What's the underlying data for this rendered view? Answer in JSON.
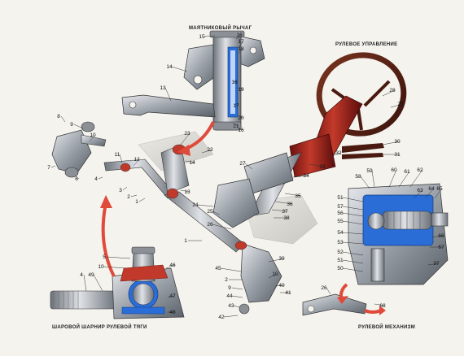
{
  "captions": {
    "pendulum_lever": "МАЯТНИКОВЫЙ РЫЧАГ",
    "steering_control": "РУЛЕВОЕ УПРАВЛЕНИЕ",
    "ball_joint": "ШАРОВОЙ ШАРНИР РУЛЕВОЙ ТЯГИ",
    "steering_mechanism": "РУЛЕВОЙ МЕХАНИЗМ"
  },
  "callouts": [
    {
      "label": "15"
    },
    {
      "label": "16"
    },
    {
      "label": "17"
    },
    {
      "label": "18"
    },
    {
      "label": "14"
    },
    {
      "label": "19"
    },
    {
      "label": "13"
    },
    {
      "label": "18"
    },
    {
      "label": "17"
    },
    {
      "label": "20"
    },
    {
      "label": "21"
    },
    {
      "label": "16"
    },
    {
      "label": "28"
    },
    {
      "label": "29"
    },
    {
      "label": "30"
    },
    {
      "label": "31"
    },
    {
      "label": "32"
    },
    {
      "label": "33"
    },
    {
      "label": "34"
    },
    {
      "label": "35"
    },
    {
      "label": "36"
    },
    {
      "label": "37"
    },
    {
      "label": "38"
    },
    {
      "label": "27"
    },
    {
      "label": "8"
    },
    {
      "label": "9"
    },
    {
      "label": "10"
    },
    {
      "label": "7"
    },
    {
      "label": "6"
    },
    {
      "label": "4"
    },
    {
      "label": "11"
    },
    {
      "label": "12"
    },
    {
      "label": "3"
    },
    {
      "label": "2"
    },
    {
      "label": "1"
    },
    {
      "label": "13"
    },
    {
      "label": "14"
    },
    {
      "label": "23"
    },
    {
      "label": "22"
    },
    {
      "label": "24"
    },
    {
      "label": "25"
    },
    {
      "label": "26"
    },
    {
      "label": "1"
    },
    {
      "label": "5"
    },
    {
      "label": "46"
    },
    {
      "label": "10"
    },
    {
      "label": "4"
    },
    {
      "label": "49"
    },
    {
      "label": "47"
    },
    {
      "label": "48"
    },
    {
      "label": "39"
    },
    {
      "label": "45"
    },
    {
      "label": "2"
    },
    {
      "label": "9"
    },
    {
      "label": "44"
    },
    {
      "label": "10"
    },
    {
      "label": "40"
    },
    {
      "label": "41"
    },
    {
      "label": "43"
    },
    {
      "label": "42"
    },
    {
      "label": "58"
    },
    {
      "label": "59"
    },
    {
      "label": "60"
    },
    {
      "label": "61"
    },
    {
      "label": "62"
    },
    {
      "label": "63"
    },
    {
      "label": "64"
    },
    {
      "label": "65"
    },
    {
      "label": "51"
    },
    {
      "label": "57"
    },
    {
      "label": "56"
    },
    {
      "label": "55"
    },
    {
      "label": "54"
    },
    {
      "label": "53"
    },
    {
      "label": "52"
    },
    {
      "label": "51"
    },
    {
      "label": "50"
    },
    {
      "label": "66"
    },
    {
      "label": "67"
    },
    {
      "label": "37"
    },
    {
      "label": "26"
    },
    {
      "label": "68"
    }
  ]
}
